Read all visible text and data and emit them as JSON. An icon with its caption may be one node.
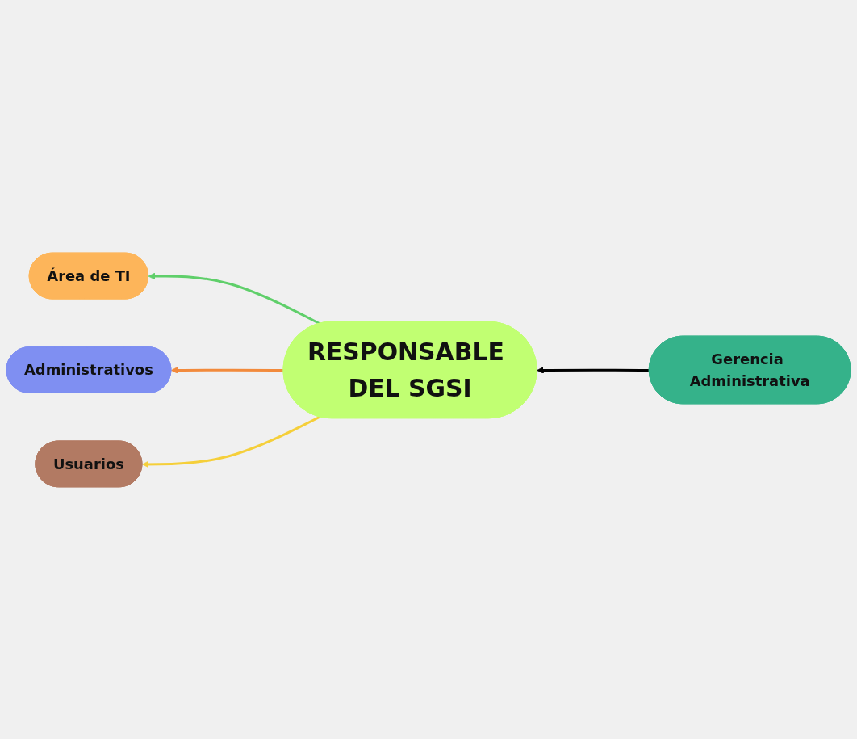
{
  "diagram": {
    "nodes": [
      {
        "text": [
          "Gerencia Administrativa"
        ]
      },
      {
        "text": [
          "Área de TI"
        ]
      },
      {
        "text": [
          "RESPONSABLE DEL SGSI"
        ]
      },
      {
        "text": [
          "Administrativos"
        ]
      },
      {
        "text": [
          "Usuarios"
        ]
      }
    ],
    "edges": [
      {
        "from": 0,
        "to": 2,
        "arrow": "to"
      },
      {
        "from": 2,
        "to": 1,
        "arrow": "to",
        "color": "#5fcf6a"
      },
      {
        "from": 2,
        "to": 3,
        "arrow": "to",
        "color": "#f28a3c"
      },
      {
        "from": 2,
        "to": 4,
        "arrow": "to",
        "color": "#f5cf3a"
      }
    ]
  }
}
